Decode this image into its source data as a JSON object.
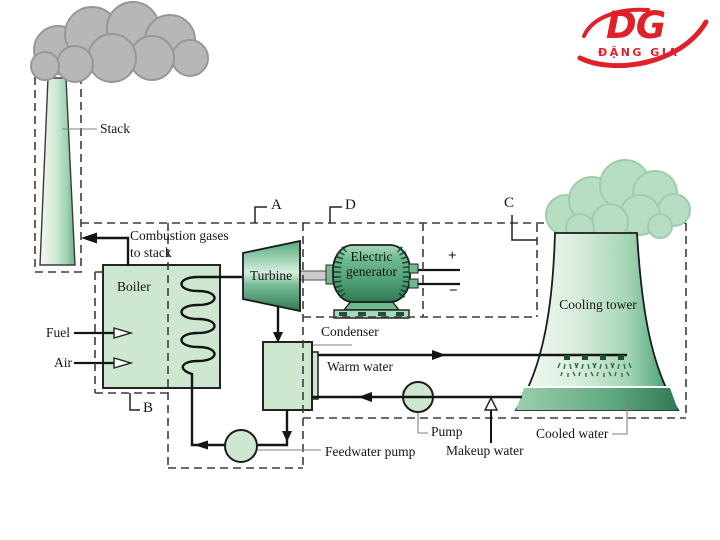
{
  "logo": {
    "monogram": "DG",
    "name": "ĐẶNG GIA",
    "color": "#e0212a"
  },
  "diagram": {
    "labels": {
      "stack": "Stack",
      "combustion_line1": "Combustion gases",
      "combustion_line2": "to stack",
      "boiler": "Boiler",
      "fuel": "Fuel",
      "air": "Air",
      "turbine": "Turbine",
      "generator_line1": "Electric",
      "generator_line2": "generator",
      "plus": "+",
      "minus": "−",
      "condenser": "Condenser",
      "warm_water": "Warm water",
      "cooling_tower": "Cooling tower",
      "pump": "Pump",
      "feedwater_pump": "Feedwater pump",
      "makeup_water": "Makeup water",
      "cooled_water": "Cooled water"
    },
    "boundaries": {
      "a": "A",
      "b": "B",
      "c": "C",
      "d": "D"
    },
    "colors": {
      "component_fill": "#cde7d0",
      "component_dark": "#2f7a54",
      "smoke_gray": "#b7b7b7",
      "vapor_green": "#b7ddc2",
      "pipe_line": "#111111",
      "boundary_dash": "#3d3d3d",
      "logo_red": "#e0212a"
    }
  }
}
